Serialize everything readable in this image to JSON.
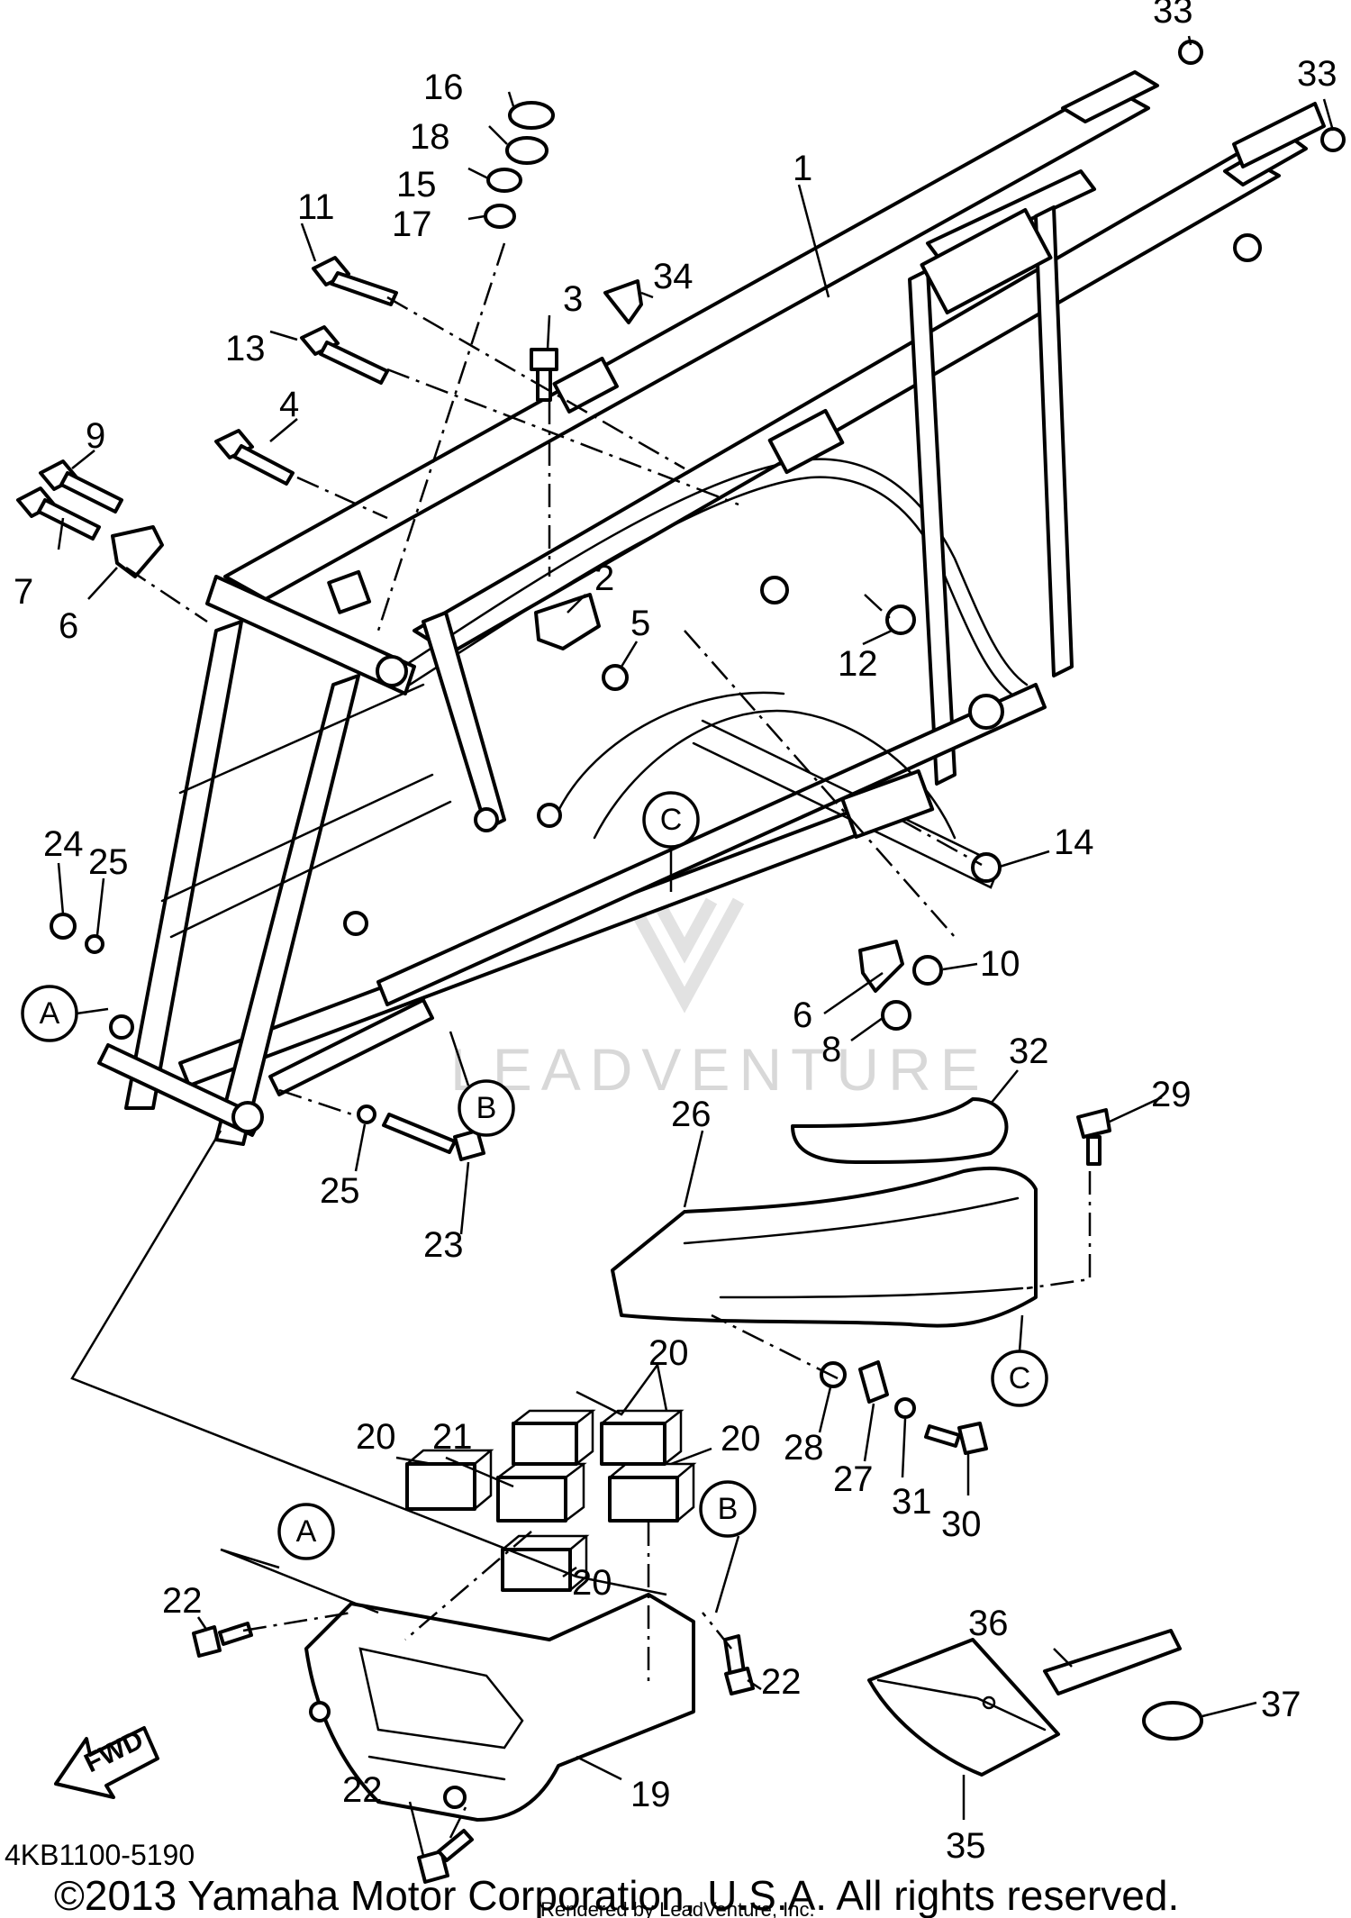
{
  "diagram": {
    "part_code": "4KB1100-5190",
    "copyright": "©2013 Yamaha Motor Corporation, U.S.A. All rights reserved.",
    "rendered_by": "Rendered by LeadVenture, Inc.",
    "watermark": "LEADVENTURE",
    "direction_label": "FWD",
    "reference_markers": [
      "A",
      "B",
      "C"
    ],
    "callouts": [
      "1",
      "2",
      "3",
      "4",
      "5",
      "6",
      "7",
      "8",
      "9",
      "10",
      "11",
      "12",
      "13",
      "14",
      "15",
      "16",
      "17",
      "18",
      "19",
      "20",
      "21",
      "22",
      "23",
      "24",
      "25",
      "26",
      "27",
      "28",
      "29",
      "30",
      "31",
      "32",
      "33",
      "34",
      "35",
      "36",
      "37"
    ]
  }
}
